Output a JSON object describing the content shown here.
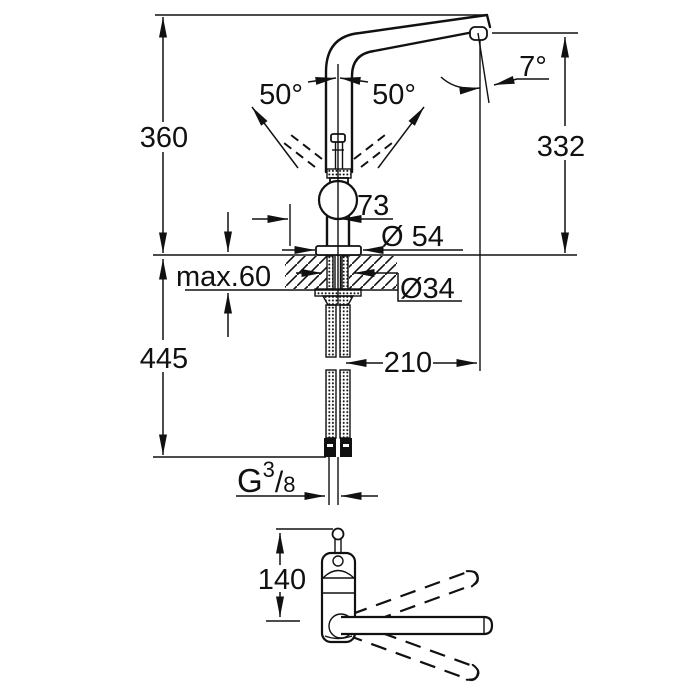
{
  "colors": {
    "ink": "#111111",
    "paper": "#ffffff"
  },
  "side_view": {
    "labels": {
      "total_height": "360",
      "hose_length": "445",
      "max_deck_thickness": "max.60",
      "swing_left": "50°",
      "swing_right": "50°",
      "spout_tilt": "7°",
      "outlet_height": "332",
      "handle_offset": "73",
      "base_diameter": "Ø 54",
      "hole_diameter": "Ø34",
      "spout_reach": "210",
      "supply_thread": {
        "prefix": "G",
        "numerator": "3",
        "slash": "/",
        "denominator": "8"
      }
    }
  },
  "plan_view": {
    "labels": {
      "depth": "140"
    }
  }
}
